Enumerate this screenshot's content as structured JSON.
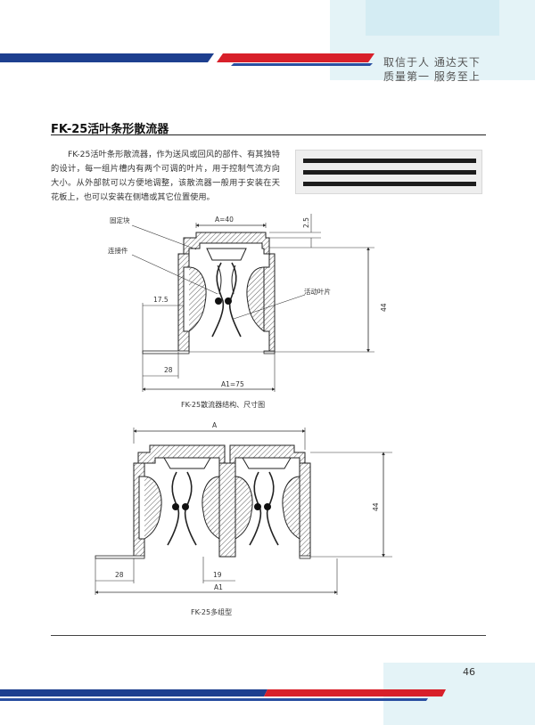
{
  "header": {
    "slogan_line1": "取信于人  通达天下",
    "slogan_line2": "质量第一  服务至上"
  },
  "section": {
    "title": "FK-25活叶条形散流器",
    "intro": "FK-25活叶条形散流器，作为送风或回风的部件、有其独特的设计，每一组片槽内有两个可调的叶片，用于控制气流方向大小。从外部就可以方便地调整，该散流器一般用于安装在天花板上，也可以安装在侧墙或其它位置使用。"
  },
  "diagram1": {
    "label_fixing_block": "固定块",
    "label_connector": "连接件",
    "label_movable_blade": "活动叶片",
    "dim_A": "A=40",
    "dim_top": "2.5",
    "dim_height": "44",
    "dim_left": "17.5",
    "dim_base": "28",
    "dim_A1": "A1=75",
    "caption": "FK-25散流器结构、尺寸图"
  },
  "diagram2": {
    "dim_A": "A",
    "dim_height": "44",
    "dim_base": "28",
    "dim_gap": "19",
    "dim_A1": "A1",
    "caption": "FK-25多组型"
  },
  "footer": {
    "page_number": "46"
  },
  "colors": {
    "brand_blue": "#1d3f8f",
    "brand_red": "#d8202a",
    "accent_cyan": "#cfeaf2"
  }
}
